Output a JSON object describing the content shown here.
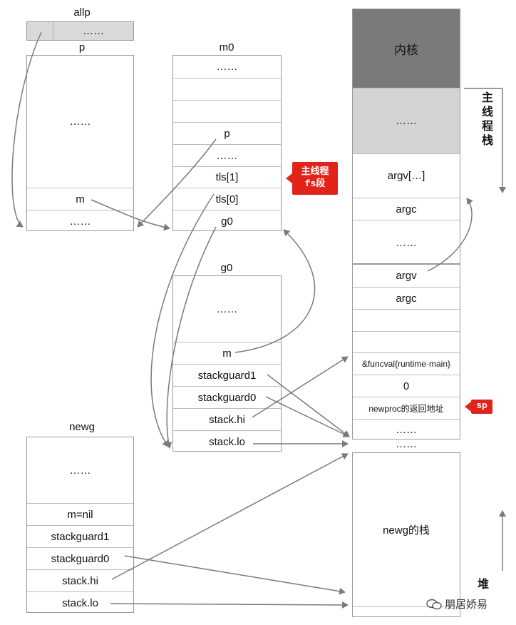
{
  "allp": {
    "label": "allp",
    "cells": [
      "",
      "……"
    ]
  },
  "p": {
    "label": "p",
    "cells": [
      "……",
      "m",
      "……"
    ]
  },
  "m0": {
    "label": "m0",
    "cells": [
      "……",
      "",
      "",
      "p",
      "……",
      "tls[1]",
      "tls[0]",
      "g0"
    ]
  },
  "g0": {
    "label": "g0",
    "cells": [
      "……",
      "m",
      "stackguard1",
      "stackguard0",
      "stack.hi",
      "stack.lo"
    ]
  },
  "newg": {
    "label": "newg",
    "cells": [
      "……",
      "m=nil",
      "stackguard1",
      "stackguard0",
      "stack.hi",
      "stack.lo"
    ]
  },
  "stack": {
    "kernel": "内核",
    "upper": [
      "……",
      "argv[…]",
      "argc",
      "……"
    ],
    "lower": [
      "argv",
      "argc",
      "",
      "",
      "&funcval{runtime·main}",
      "0",
      "newproc的返回地址",
      "……"
    ],
    "gap": "……",
    "newg": [
      "newg的栈",
      ""
    ]
  },
  "tags": {
    "fs_line1": "主线程",
    "fs_line2": "fs段",
    "sp": "sp"
  },
  "side": {
    "main_stack": "主线程栈",
    "heap": "堆"
  },
  "watermark": {
    "text": "朋居娇易"
  },
  "colors": {
    "kernel": "#7a7a7a",
    "gray_block": "#d3d3d3",
    "tag": "#e2231a",
    "arrow": "#7a7a7a"
  }
}
